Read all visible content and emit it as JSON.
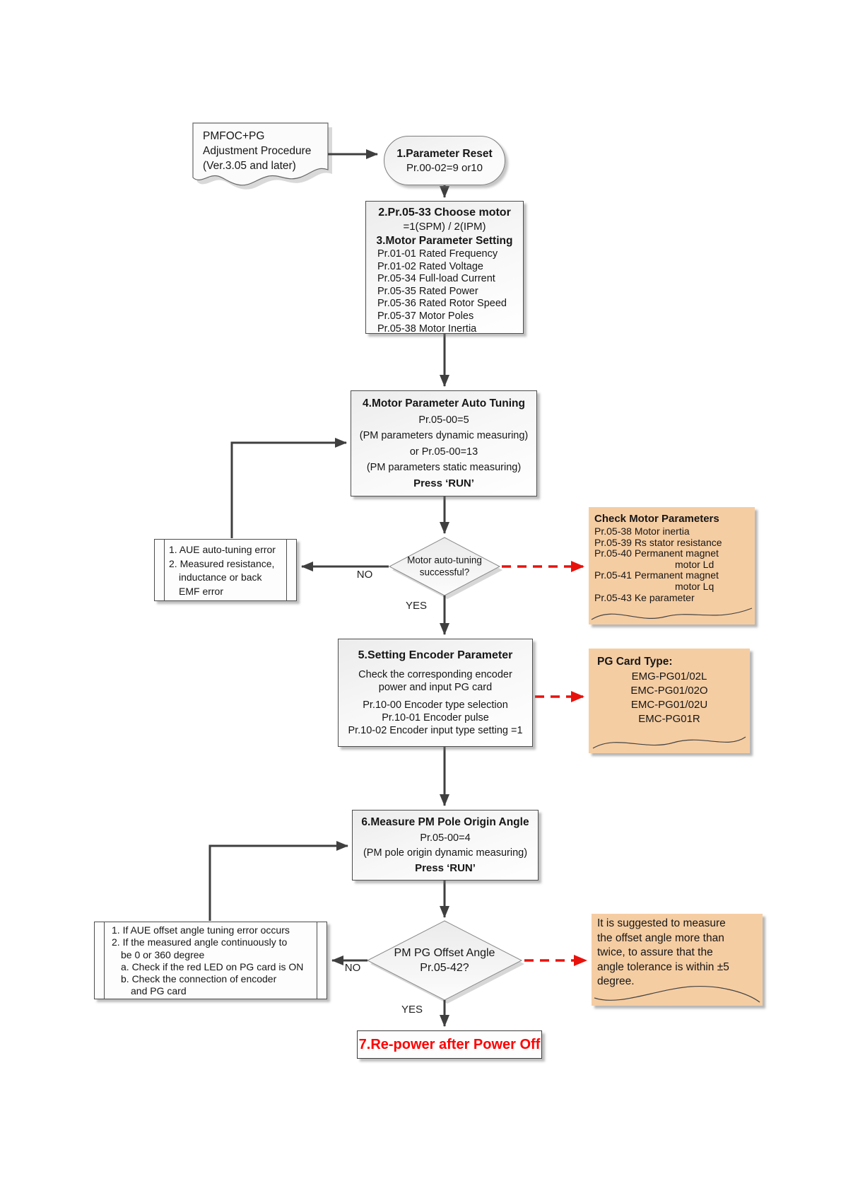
{
  "colors": {
    "note_fill": "#f5cda3",
    "red_arrow": "#e8120c",
    "connector": "#3f3f3f",
    "step7_text": "#ff0000"
  },
  "start_note": {
    "line1": "PMFOC+PG",
    "line2": "Adjustment Procedure",
    "line3": "(Ver.3.05 and later)"
  },
  "step1": {
    "title": "1.Parameter Reset",
    "value": "Pr.00-02=9 or10"
  },
  "step2_3": {
    "step2_title": "2.Pr.05-33 Choose motor",
    "step2_value": "=1(SPM) / 2(IPM)",
    "step3_title": "3.Motor Parameter Setting",
    "param1": "Pr.01-01 Rated Frequency",
    "param2": "Pr.01-02 Rated Voltage",
    "param3": "Pr.05-34 Full-load Current",
    "param4": "Pr.05-35 Rated Power",
    "param5": "Pr.05-36 Rated Rotor Speed",
    "param6": "Pr.05-37 Motor Poles",
    "param7": "Pr.05-38 Motor Inertia"
  },
  "step4": {
    "title": "4.Motor Parameter Auto Tuning",
    "line1": "Pr.05-00=5",
    "line2": "(PM parameters dynamic measuring)",
    "line3": "or Pr.05-00=13",
    "line4": "(PM parameters static measuring)",
    "press": "Press  ‘RUN’"
  },
  "decision1": {
    "line1": "Motor auto-tuning",
    "line2": "successful?",
    "no_label": "NO",
    "yes_label": "YES"
  },
  "error_note1": {
    "line1": "1. AUE auto-tuning error",
    "line2": "2. Measured resistance,",
    "line3": "inductance or back",
    "line4": "EMF error"
  },
  "check_motor_note": {
    "title": "Check Motor Parameters",
    "line1": "Pr.05-38 Motor inertia",
    "line2": "Pr.05-39 Rs stator resistance",
    "line3": "Pr.05-40 Permanent magnet",
    "line3b": "motor Ld",
    "line4": "Pr.05-41 Permanent magnet",
    "line4b": "motor Lq",
    "line5": "Pr.05-43 Ke parameter"
  },
  "step5": {
    "title": "5.Setting Encoder Parameter",
    "desc1": "Check the corresponding encoder",
    "desc2": "power and input PG card",
    "param1": "Pr.10-00 Encoder type selection",
    "param2": "Pr.10-01 Encoder pulse",
    "param3": "Pr.10-02 Encoder input type setting =1"
  },
  "pg_card_note": {
    "title": "PG Card Type:",
    "item1": "EMG-PG01/02L",
    "item2": "EMC-PG01/02O",
    "item3": "EMC-PG01/02U",
    "item4": "EMC-PG01R"
  },
  "step6": {
    "title": "6.Measure PM Pole Origin Angle",
    "line1": "Pr.05-00=4",
    "line2": "(PM pole origin dynamic measuring)",
    "press": "Press  ‘RUN’"
  },
  "decision2": {
    "line1": "PM PG Offset Angle",
    "line2": "Pr.05-42?",
    "no_label": "NO",
    "yes_label": "YES"
  },
  "error_note2": {
    "line1": "1. If AUE offset angle tuning error occurs",
    "line2": "2. If the measured angle continuously to",
    "line3": "be 0 or 360 degree",
    "line4": "a. Check if the red LED on PG card is ON",
    "line5": "b. Check the connection of encoder",
    "line6": "and PG card"
  },
  "measure_note": {
    "line1": "It is suggested to measure",
    "line2": "the offset angle more than",
    "line3": "twice, to assure that the",
    "line4": "angle tolerance is within ±5",
    "line5": "degree."
  },
  "step7": {
    "title": "7.Re-power after Power Off"
  }
}
